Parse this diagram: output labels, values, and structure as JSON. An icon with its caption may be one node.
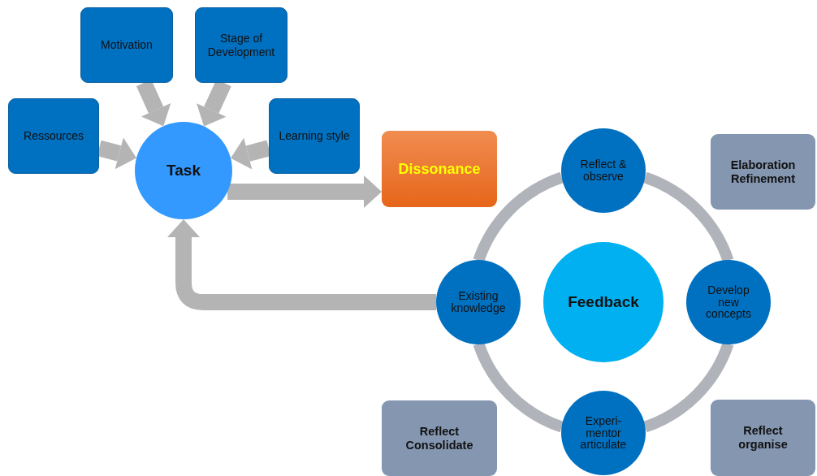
{
  "diagram": {
    "nodes": [
      {
        "text": [
          "Motivation"
        ]
      },
      {
        "text": [
          "Stage of Development"
        ]
      },
      {
        "text": [
          "Ressources"
        ]
      },
      {
        "text": [
          "Learning style"
        ]
      },
      {
        "text": [
          "Task"
        ]
      },
      {
        "text": [
          "Dissonance"
        ]
      },
      {
        "text": [
          "Elaboration Refinement"
        ]
      },
      {
        "text": [
          "Reflect & observe"
        ]
      },
      {
        "text": [
          "Existing knowledge"
        ]
      },
      {
        "text": [
          "Feedback"
        ]
      },
      {
        "text": [
          "Develop new concepts"
        ]
      },
      {
        "text": [
          "Reflect Consolidate"
        ]
      },
      {
        "text": [
          "Experi- mentor articulate"
        ]
      },
      {
        "text": [
          "Reflect organise"
        ]
      }
    ],
    "edges": [
      {
        "from": 0,
        "to": 4,
        "arrow": "to"
      },
      {
        "from": 1,
        "to": 4,
        "arrow": "to"
      },
      {
        "from": 2,
        "to": 4,
        "arrow": "to"
      },
      {
        "from": 3,
        "to": 4,
        "arrow": "to"
      },
      {
        "from": 4,
        "to": 5,
        "arrow": "to"
      },
      {
        "from": 8,
        "to": 4,
        "arrow": "to"
      },
      {
        "from": 7,
        "to": 10,
        "arrow": "none",
        "color": "#b0b3ba"
      },
      {
        "from": 10,
        "to": 12,
        "arrow": "none",
        "color": "#b0b3ba"
      },
      {
        "from": 12,
        "to": 8,
        "arrow": "none",
        "color": "#b0b3ba"
      },
      {
        "from": 8,
        "to": 7,
        "arrow": "none",
        "color": "#b0b3ba"
      }
    ]
  }
}
